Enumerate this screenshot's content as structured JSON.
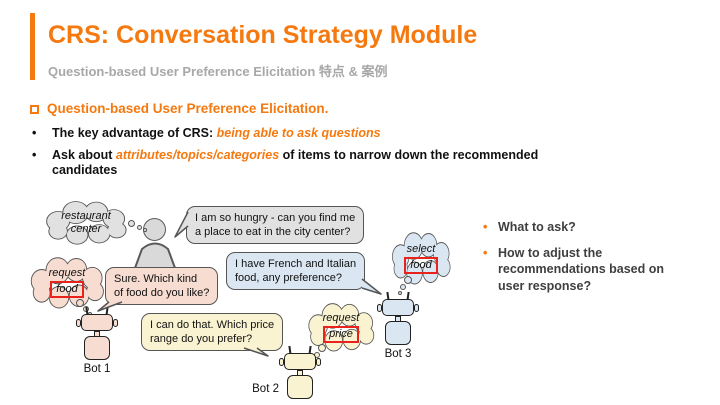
{
  "header": {
    "title": "CRS: Conversation Strategy Module",
    "subtitle": "Question-based User Preference Elicitation 特点 & 案例"
  },
  "content": {
    "heading": "Question-based User Preference Elicitation.",
    "bullets": [
      {
        "prefix": "The key advantage of CRS: ",
        "highlight": "being able to ask questions",
        "suffix": ""
      },
      {
        "prefix": "Ask about ",
        "highlight": "attributes/topics/categories",
        "suffix": " of items to narrow down the recommended candidates"
      }
    ]
  },
  "diagram": {
    "user": {
      "thought_lines": [
        "restaurant",
        "center"
      ],
      "speech_lines": [
        "I am so hungry - can you find me",
        "a place to eat in the city center?"
      ]
    },
    "bots": [
      {
        "label": "Bot 1",
        "thought": "request",
        "thought_boxed": "food",
        "speech_lines": [
          "Sure. Which kind",
          "of food do you like?"
        ]
      },
      {
        "label": "Bot 2",
        "thought": "request",
        "thought_boxed": "price",
        "speech_lines": [
          "I can do that. Which price",
          "range do you prefer?"
        ]
      },
      {
        "label": "Bot 3",
        "thought": "select",
        "thought_boxed": "food",
        "speech_lines": [
          "I have French and Italian",
          "food, any preference?"
        ]
      }
    ]
  },
  "side_notes": {
    "items": [
      "What to ask?",
      "How to adjust the recommendations based on user response?"
    ]
  },
  "colors": {
    "accent": "#F5790F",
    "red_box": "#E8231B",
    "gray_fill": "#E1E1E1",
    "pink_fill": "#F7DCD1",
    "blue_fill": "#DAE6F2",
    "yellow_fill": "#FAF3D2"
  }
}
